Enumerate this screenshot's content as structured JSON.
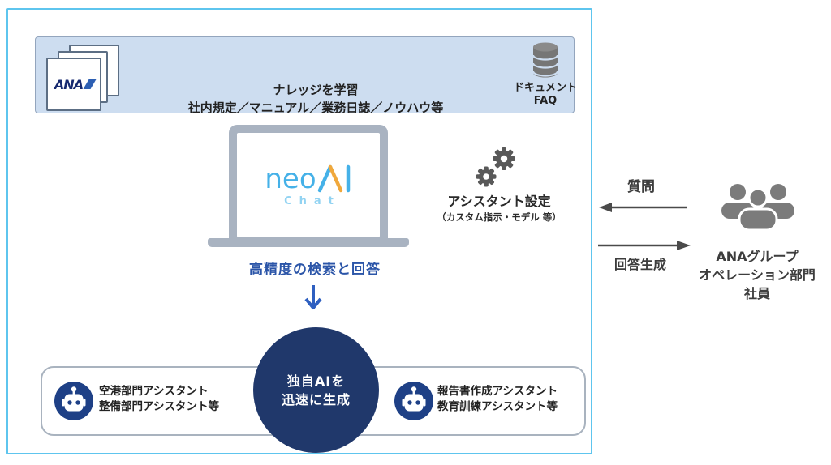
{
  "colors": {
    "box_border": "#5ec5ee",
    "banner_fill": "#cdddf0",
    "navy_circle": "#20386b",
    "robot_badge_navy": "#1e4086",
    "accent_blue_text": "#2b55a8",
    "neoai_blue": "#45b1e8",
    "neoai_orange": "#f0a83c",
    "arrow_gray": "#4a4a4a",
    "people_gray": "#7b7b7b",
    "laptop_gray": "#a9b3c1"
  },
  "banner": {
    "ana_logo_text": "ANA",
    "title": "ナレッジを学習",
    "subtitle": "社内規定／マニュアル／業務日誌／ノウハウ等",
    "database_caption_line1": "ドキュメント",
    "database_caption_line2": "FAQ"
  },
  "laptop": {
    "logo_main": "neo",
    "logo_sub": "Chat"
  },
  "assistant_settings": {
    "title": "アシスタント設定",
    "subtitle": "（カスタム指示・モデル 等）"
  },
  "flow": {
    "search_label": "高精度の検索と回答",
    "circle_line1": "独自AIを",
    "circle_line2": "迅速に生成"
  },
  "assistants": {
    "left_line1": "空港部門アシスタント",
    "left_line2": "整備部門アシスタント等",
    "right_line1": "報告書作成アシスタント",
    "right_line2": "教育訓練アシスタント等"
  },
  "interaction": {
    "question_label": "質問",
    "answer_label": "回答生成",
    "user_line1": "ANAグループ",
    "user_line2": "オペレーション部門",
    "user_line3": "社員"
  }
}
